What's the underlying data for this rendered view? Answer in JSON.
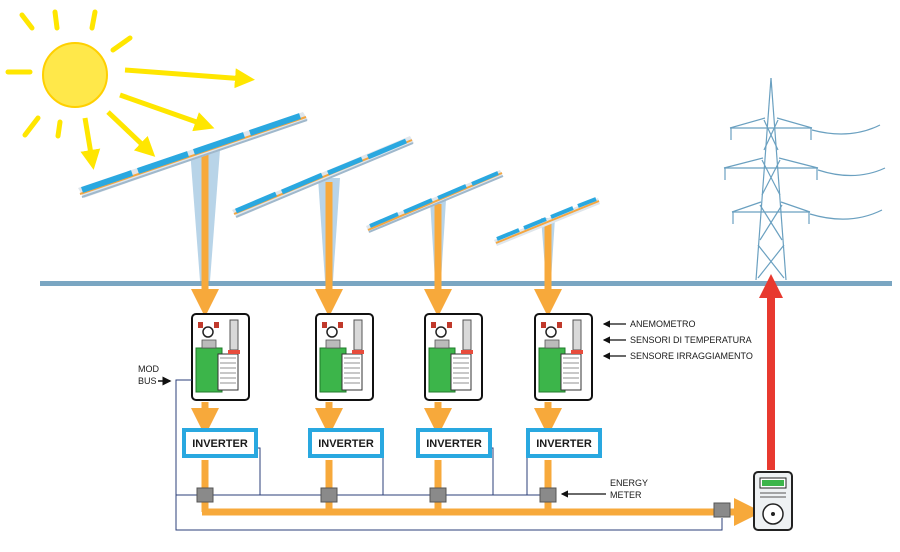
{
  "labels": {
    "modbus_line1": "MOD",
    "modbus_line2": "BUS",
    "inverter": "INVERTER",
    "anemometro": "ANEMOMETRO",
    "sensori_temperatura": "SENSORI DI TEMPERATURA",
    "sensore_irraggiamento": "SENSORE IRRAGGIAMENTO",
    "energy_line1": "ENERGY",
    "energy_line2": "METER"
  },
  "colors": {
    "sun": "#ffe84a",
    "sun_rays": "#ffe600",
    "flow_orange": "#f7a93b",
    "grid_red": "#e8392f",
    "ground": "#7aa6c2",
    "panel_blue": "#2aa8e0",
    "pole": "#b8d4e8",
    "inverter_border": "#29a8e0",
    "board_green": "#3cb54a",
    "tower": "#6aa0c0"
  }
}
